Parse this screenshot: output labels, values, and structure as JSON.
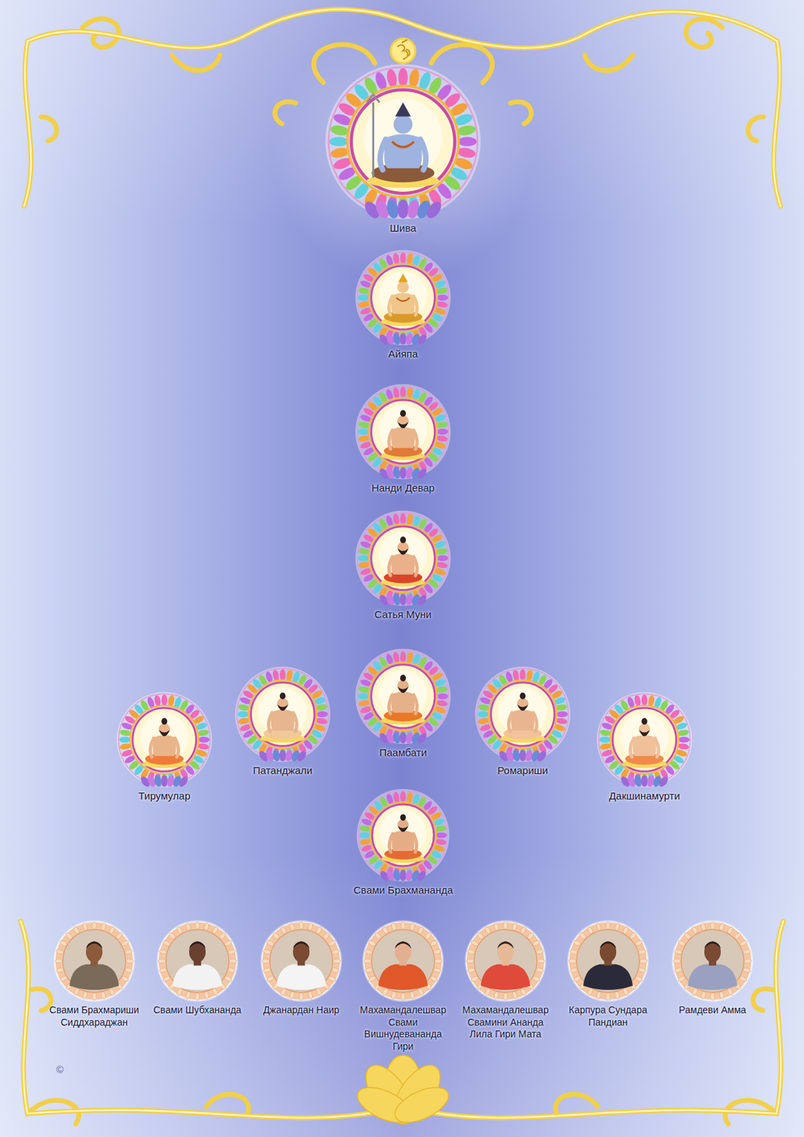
{
  "diagram": {
    "nodes": [
      {
        "text": [
          "Шива"
        ]
      },
      {
        "text": [
          "Айяпа"
        ]
      },
      {
        "text": [
          "Нанди Девар"
        ]
      },
      {
        "text": [
          "Сатья Муни"
        ]
      },
      {
        "text": [
          "Тирумулар"
        ]
      },
      {
        "text": [
          "Патанджали"
        ]
      },
      {
        "text": [
          "Паамбати"
        ]
      },
      {
        "text": [
          "Ромариши"
        ]
      },
      {
        "text": [
          "Дакшинамурти"
        ]
      },
      {
        "text": [
          "Свами Брахмананда"
        ]
      },
      {
        "text": [
          "Свами Брахмариши Сиддхараджан"
        ]
      },
      {
        "text": [
          "Свами Шубхананда"
        ]
      },
      {
        "text": [
          "Джанардан Наир"
        ]
      },
      {
        "text": [
          "Махамандалешвар Свами Вишнудевананда Гири"
        ]
      },
      {
        "text": [
          "Махамандалешвар Свамини Ананда Лила Гири Мата"
        ]
      },
      {
        "text": [
          "Карпура Сундара Пандиан"
        ]
      },
      {
        "text": [
          "Рамдеви Амма"
        ]
      }
    ],
    "labels": [
      "©"
    ]
  }
}
